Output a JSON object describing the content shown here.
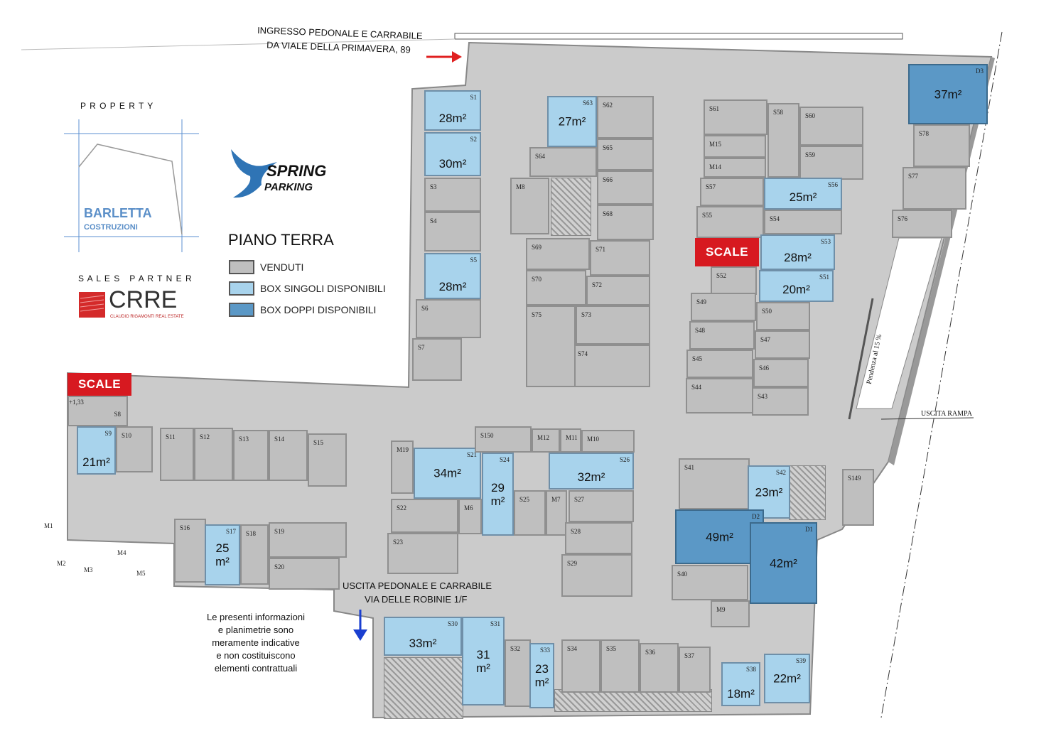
{
  "header": {
    "entrance_line1": "INGRESSO PEDONALE E CARRABILE",
    "entrance_line2": "DA VIALE DELLA PRIMAVERA, 89",
    "exit_line1": "USCITA PEDONALE E CARRABILE",
    "exit_line2": "VIA DELLE ROBINIE 1/F",
    "ramp_exit": "USCITA RAMPA",
    "ramp_slope": "Pendenza al 15 %"
  },
  "branding": {
    "property_label": "P R O P E R T Y",
    "developer_line1": "BARLETTA",
    "developer_line2": "COSTRUZIONI",
    "sales_partner_label": "S A L E S   P A R T N E R",
    "partner_name": "CRRE",
    "partner_sub": "CLAUDIO RIGAMONTI REAL ESTATE",
    "project_line1": "SPRING",
    "project_line2": "PARKING"
  },
  "legend": {
    "title": "PIANO TERRA",
    "items": [
      {
        "label": "VENDUTI",
        "color": "#bfbfbf"
      },
      {
        "label": "BOX SINGOLI DISPONIBILI",
        "color": "#a8d3ec"
      },
      {
        "label": "BOX DOPPI DISPONIBILI",
        "color": "#5b98c6"
      }
    ]
  },
  "stairs_label": "SCALE",
  "level_mark": "+1,33",
  "disclaimer": [
    "Le presenti informazioni",
    "e planimetrie sono",
    "meramente indicative",
    "e non costituiscono",
    "elementi contrattuali"
  ],
  "colors": {
    "sold": "#bfbfbf",
    "single": "#a8d3ec",
    "double": "#5b98c6",
    "stairs": "#d71920",
    "entry_arrow": "#e02020",
    "exit_arrow": "#1a3fd0"
  },
  "motorbike_spots": [
    "M1",
    "M2",
    "M3",
    "M4",
    "M5"
  ],
  "units": [
    {
      "id": "S1",
      "area": "28m²",
      "status": "singolo"
    },
    {
      "id": "S2",
      "area": "30m²",
      "status": "singolo"
    },
    {
      "id": "S3",
      "status": "venduto"
    },
    {
      "id": "S4",
      "status": "venduto"
    },
    {
      "id": "S5",
      "area": "28m²",
      "status": "singolo"
    },
    {
      "id": "S6",
      "status": "venduto"
    },
    {
      "id": "S7",
      "status": "venduto"
    },
    {
      "id": "S63",
      "area": "27m²",
      "status": "singolo"
    },
    {
      "id": "S62",
      "status": "venduto"
    },
    {
      "id": "S65",
      "status": "venduto"
    },
    {
      "id": "S64",
      "status": "venduto"
    },
    {
      "id": "S66",
      "status": "venduto"
    },
    {
      "id": "M8",
      "status": "venduto"
    },
    {
      "id": "S68",
      "status": "venduto"
    },
    {
      "id": "S69",
      "status": "venduto"
    },
    {
      "id": "S71",
      "status": "venduto"
    },
    {
      "id": "S70",
      "status": "venduto"
    },
    {
      "id": "S72",
      "status": "venduto"
    },
    {
      "id": "S73",
      "status": "venduto"
    },
    {
      "id": "S74",
      "status": "venduto"
    },
    {
      "id": "S75",
      "status": "venduto"
    },
    {
      "id": "S61",
      "status": "venduto"
    },
    {
      "id": "S58",
      "status": "venduto"
    },
    {
      "id": "S60",
      "status": "venduto"
    },
    {
      "id": "M15",
      "status": "venduto"
    },
    {
      "id": "M14",
      "status": "venduto"
    },
    {
      "id": "S59",
      "status": "venduto"
    },
    {
      "id": "S57",
      "status": "venduto"
    },
    {
      "id": "S56",
      "area": "25m²",
      "status": "singolo"
    },
    {
      "id": "S55",
      "status": "venduto"
    },
    {
      "id": "S54",
      "status": "venduto"
    },
    {
      "id": "S53",
      "area": "28m²",
      "status": "singolo"
    },
    {
      "id": "S52",
      "status": "venduto"
    },
    {
      "id": "S51",
      "area": "20m²",
      "status": "singolo"
    },
    {
      "id": "S49",
      "status": "venduto"
    },
    {
      "id": "S50",
      "status": "venduto"
    },
    {
      "id": "S48",
      "status": "venduto"
    },
    {
      "id": "S47",
      "status": "venduto"
    },
    {
      "id": "S45",
      "status": "venduto"
    },
    {
      "id": "S46",
      "status": "venduto"
    },
    {
      "id": "S44",
      "status": "venduto"
    },
    {
      "id": "S43",
      "status": "venduto"
    },
    {
      "id": "D3",
      "area": "37m²",
      "status": "doppio"
    },
    {
      "id": "S78",
      "status": "venduto"
    },
    {
      "id": "S77",
      "status": "venduto"
    },
    {
      "id": "S76",
      "status": "venduto"
    },
    {
      "id": "S8",
      "status": "venduto"
    },
    {
      "id": "S9",
      "area": "21m²",
      "status": "singolo"
    },
    {
      "id": "S10",
      "status": "venduto"
    },
    {
      "id": "S11",
      "status": "venduto"
    },
    {
      "id": "S12",
      "status": "venduto"
    },
    {
      "id": "S13",
      "status": "venduto"
    },
    {
      "id": "S14",
      "status": "venduto"
    },
    {
      "id": "S15",
      "status": "venduto"
    },
    {
      "id": "S16",
      "status": "venduto"
    },
    {
      "id": "S17",
      "area": "25\nm²",
      "status": "singolo"
    },
    {
      "id": "S18",
      "status": "venduto"
    },
    {
      "id": "S19",
      "status": "venduto"
    },
    {
      "id": "S20",
      "status": "venduto"
    },
    {
      "id": "M19",
      "status": "venduto"
    },
    {
      "id": "S21",
      "area": "34m²",
      "status": "singolo"
    },
    {
      "id": "S150",
      "status": "venduto"
    },
    {
      "id": "M12",
      "status": "venduto"
    },
    {
      "id": "M11",
      "status": "venduto"
    },
    {
      "id": "M10",
      "status": "venduto"
    },
    {
      "id": "S24",
      "area": "29\nm²",
      "status": "singolo"
    },
    {
      "id": "S26",
      "area": "32m²",
      "status": "singolo"
    },
    {
      "id": "S22",
      "status": "venduto"
    },
    {
      "id": "M6",
      "status": "venduto"
    },
    {
      "id": "S25",
      "status": "venduto"
    },
    {
      "id": "M7",
      "status": "venduto"
    },
    {
      "id": "S27",
      "status": "venduto"
    },
    {
      "id": "S23",
      "status": "venduto"
    },
    {
      "id": "S28",
      "status": "venduto"
    },
    {
      "id": "S29",
      "status": "venduto"
    },
    {
      "id": "S41",
      "status": "venduto"
    },
    {
      "id": "S42",
      "area": "23m²",
      "status": "singolo"
    },
    {
      "id": "S149",
      "status": "venduto"
    },
    {
      "id": "D2",
      "area": "49m²",
      "status": "doppio"
    },
    {
      "id": "D1",
      "area": "42m²",
      "status": "doppio"
    },
    {
      "id": "S40",
      "status": "venduto"
    },
    {
      "id": "M9",
      "status": "venduto"
    },
    {
      "id": "S30",
      "area": "33m²",
      "status": "singolo"
    },
    {
      "id": "S31",
      "area": "31\nm²",
      "status": "singolo"
    },
    {
      "id": "S32",
      "status": "venduto"
    },
    {
      "id": "S33",
      "area": "23\nm²",
      "status": "singolo"
    },
    {
      "id": "S34",
      "status": "venduto"
    },
    {
      "id": "S35",
      "status": "venduto"
    },
    {
      "id": "S36",
      "status": "venduto"
    },
    {
      "id": "S37",
      "status": "venduto"
    },
    {
      "id": "S38",
      "area": "18m²",
      "status": "singolo"
    },
    {
      "id": "S39",
      "area": "22m²",
      "status": "singolo"
    }
  ]
}
